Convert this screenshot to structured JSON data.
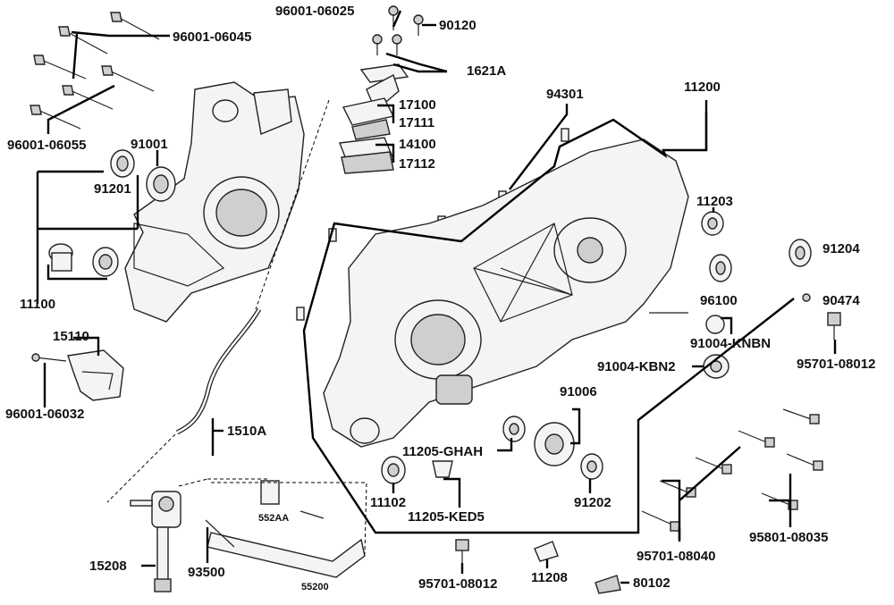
{
  "labels": {
    "p96001_06025": "96001-06025",
    "p90120": "90120",
    "p96001_06045": "96001-06045",
    "p1621A": "1621A",
    "p94301": "94301",
    "p11200": "11200",
    "p17100": "17100",
    "p17111": "17111",
    "p14100": "14100",
    "p17112": "17112",
    "p96001_06055": "96001-06055",
    "p91001": "91001",
    "p91201": "91201",
    "p11203": "11203",
    "p91204": "91204",
    "p11100": "11100",
    "p96100": "96100",
    "p90474": "90474",
    "p15110": "15110",
    "p91004_KNBN": "91004-KNBN",
    "p95701_08012_r": "95701-08012",
    "p91004_KBN2": "91004-KBN2",
    "p96001_06032": "96001-06032",
    "p91006": "91006",
    "p1510A": "1510A",
    "p11205_GHAH": "11205-GHAH",
    "p91202": "91202",
    "p11102": "11102",
    "p552AA": "552AA",
    "p11205_KED5": "11205-KED5",
    "p95801_08035": "95801-08035",
    "p15208": "15208",
    "p93500": "93500",
    "p95701_08040": "95701-08040",
    "p95701_08012_b": "95701-08012",
    "p11208": "11208",
    "p80102": "80102",
    "p55200": "55200"
  }
}
